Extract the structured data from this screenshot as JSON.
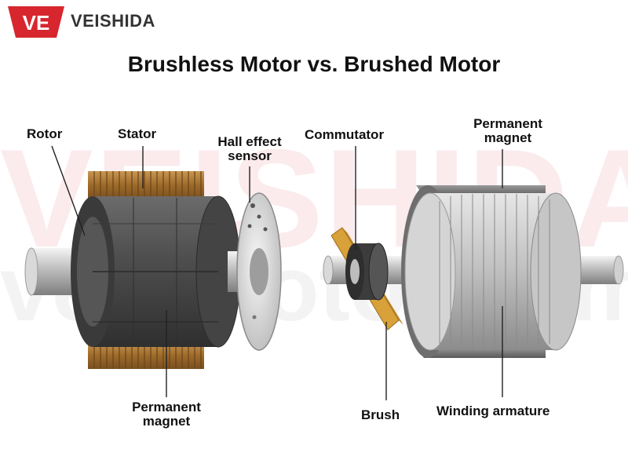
{
  "brand": {
    "logo_text": "VE",
    "name": "VEISHIDA",
    "accent": "#d7262e"
  },
  "title": "Brushless Motor vs. Brushed Motor",
  "watermark": {
    "line1": "VEISHIDA",
    "line2": "veslmotor.com"
  },
  "brushless": {
    "rotor_label": "Rotor",
    "stator_label": "Stator",
    "hall_label_line1": "Hall effect",
    "hall_label_line2": "sensor",
    "magnet_label_line1": "Permanent",
    "magnet_label_line2": "magnet"
  },
  "brushed": {
    "commutator_label": "Commutator",
    "magnet_label_line1": "Permanent",
    "magnet_label_line2": "magnet",
    "brush_label": "Brush",
    "armature_label": "Winding armature"
  },
  "colors": {
    "copper": "#b07a30",
    "dark_body": "#4a4a4a",
    "steel": "#cfcfcf",
    "brush": "#d9a13a"
  }
}
